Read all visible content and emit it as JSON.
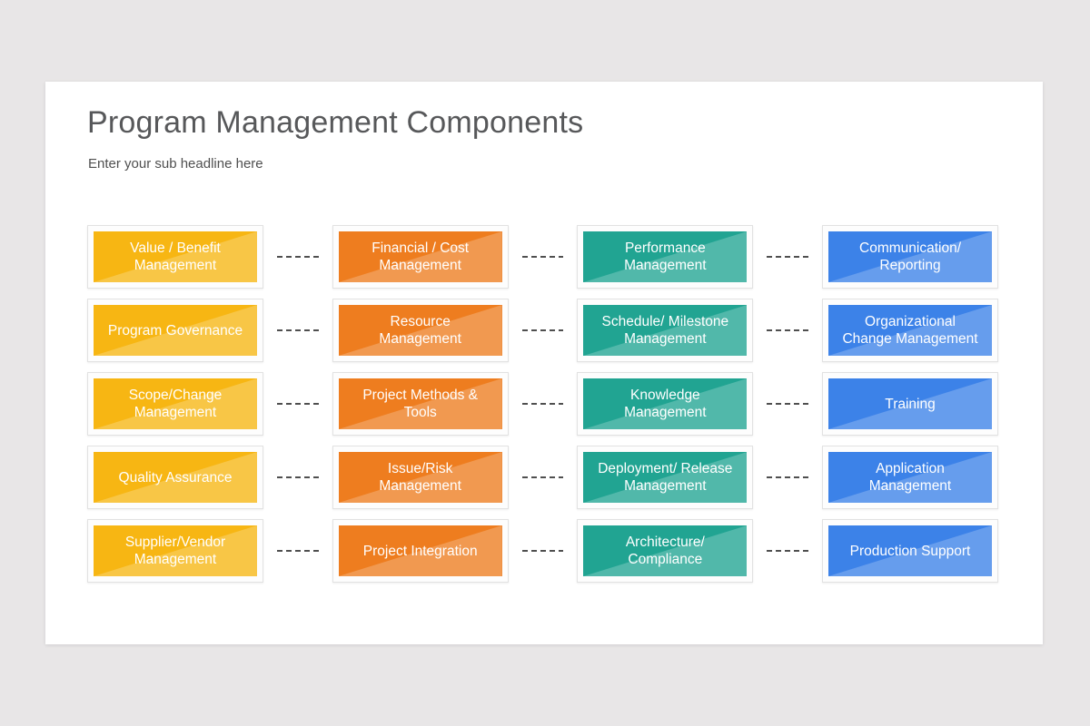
{
  "page": {
    "background_color": "#e8e6e7",
    "card_color": "#ffffff",
    "connector_color": "#4f4f4f",
    "highlight_overlay": "rgba(255,255,255,0.22)"
  },
  "header": {
    "title": "Program Management Components",
    "subtitle": "Enter your sub headline here"
  },
  "columns": [
    {
      "name": "yellow",
      "color": "#f7b613",
      "items": [
        "Value / Benefit Management",
        "Program Governance",
        "Scope/Change Management",
        "Quality Assurance",
        "Supplier/Vendor Management"
      ]
    },
    {
      "name": "orange",
      "color": "#ee7d1f",
      "items": [
        "Financial / Cost Management",
        "Resource Management",
        "Project Methods & Tools",
        "Issue/Risk Management",
        "Project Integration"
      ]
    },
    {
      "name": "teal",
      "color": "#21a492",
      "items": [
        "Performance Management",
        "Schedule/ Milestone Management",
        "Knowledge Management",
        "Deployment/ Release Management",
        "Architecture/ Compliance"
      ]
    },
    {
      "name": "blue",
      "color": "#3c82e8",
      "items": [
        "Communication/ Reporting",
        "Organizational Change Management",
        "Training",
        "Application Management",
        "Production Support"
      ]
    }
  ]
}
